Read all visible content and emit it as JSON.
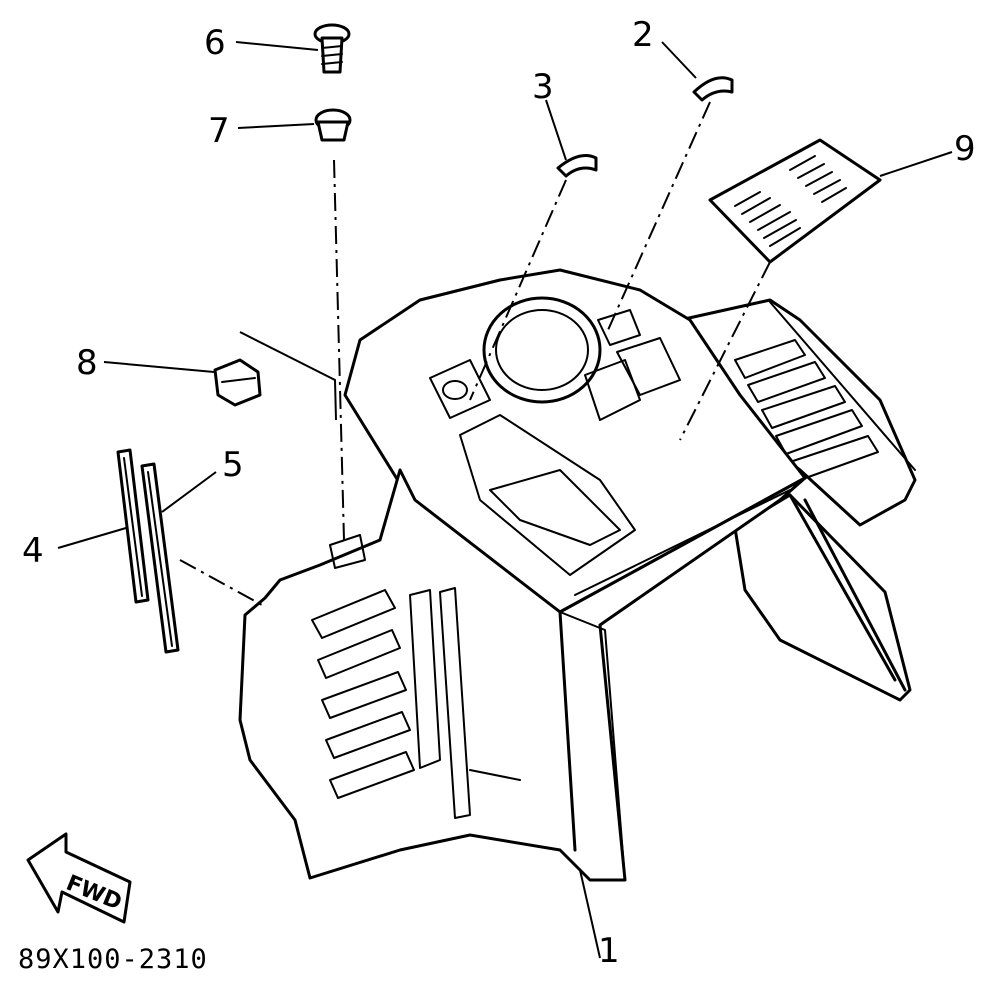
{
  "diagram": {
    "part_code": "89X100-2310",
    "direction_label": "FWD",
    "callouts": [
      {
        "id": "c1",
        "label": "1"
      },
      {
        "id": "c2",
        "label": "2"
      },
      {
        "id": "c3",
        "label": "3"
      },
      {
        "id": "c4",
        "label": "4"
      },
      {
        "id": "c5",
        "label": "5"
      },
      {
        "id": "c6",
        "label": "6"
      },
      {
        "id": "c7",
        "label": "7"
      },
      {
        "id": "c8",
        "label": "8"
      },
      {
        "id": "c9",
        "label": "9"
      }
    ],
    "colors": {
      "ink": "#000000",
      "paper": "#ffffff"
    }
  }
}
